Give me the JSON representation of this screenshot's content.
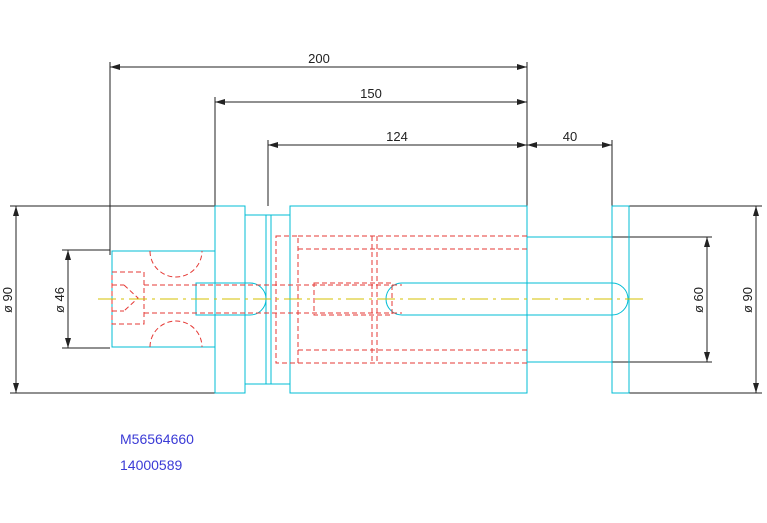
{
  "drawing": {
    "dimensions": {
      "length_overall": "200",
      "length_150": "150",
      "length_124": "124",
      "length_40": "40",
      "dia_46": "ø 46",
      "dia_90_left": "ø 90",
      "dia_60": "ø 60",
      "dia_90_right": "ø 90"
    },
    "labels": {
      "part_number": "M56564660",
      "code": "14000589"
    },
    "colors": {
      "outline": "#00bcd4",
      "hidden": "#e53935",
      "centerline": "#d4c200",
      "dimension": "#222222",
      "label": "#3b3bd6"
    }
  }
}
